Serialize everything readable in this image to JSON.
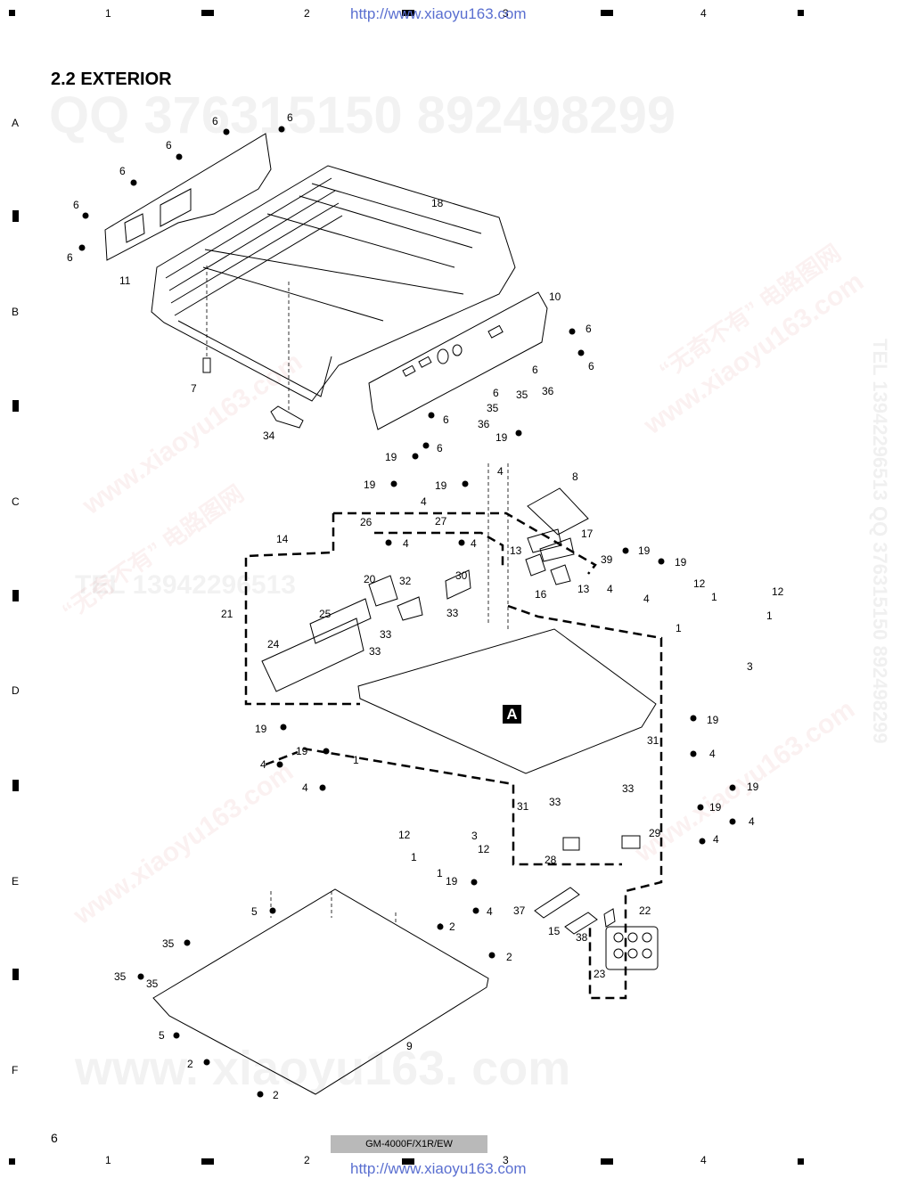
{
  "header": {
    "column_numbers": [
      "1",
      "2",
      "3",
      "4"
    ],
    "url": "http://www.xiaoyu163.com"
  },
  "row_letters": [
    "A",
    "B",
    "C",
    "D",
    "E",
    "F"
  ],
  "section_title": "2.2 EXTERIOR",
  "watermarks": {
    "qq": "QQ 376315150   892498299",
    "tel": "TEL 13942296513",
    "side_right": "TEL 13942296513  QQ 376315150  892498299",
    "site": "www.xiaoyu163.com",
    "bottom": "www. xiaoyu163. com",
    "cn": "“无奇不有” 电路图网"
  },
  "diagram": {
    "callout": "A",
    "part_labels": {
      "p1": "1",
      "p2": "2",
      "p3": "3",
      "p4": "4",
      "p5": "5",
      "p6": "6",
      "p7": "7",
      "p8": "8",
      "p9": "9",
      "p10": "10",
      "p11": "11",
      "p12": "12",
      "p13": "13",
      "p14": "14",
      "p15": "15",
      "p16": "16",
      "p17": "17",
      "p18": "18",
      "p19": "19",
      "p20": "20",
      "p21": "21",
      "p22": "22",
      "p23": "23",
      "p24": "24",
      "p25": "25",
      "p26": "26",
      "p27": "27",
      "p28": "28",
      "p29": "29",
      "p30": "30",
      "p31": "31",
      "p32": "32",
      "p33": "33",
      "p34": "34",
      "p35": "35",
      "p36": "36",
      "p37": "37",
      "p38": "38",
      "p39": "39"
    }
  },
  "footer": {
    "page_number": "6",
    "model": "GM-4000F/X1R/EW",
    "url": "http://www.xiaoyu163.com"
  }
}
